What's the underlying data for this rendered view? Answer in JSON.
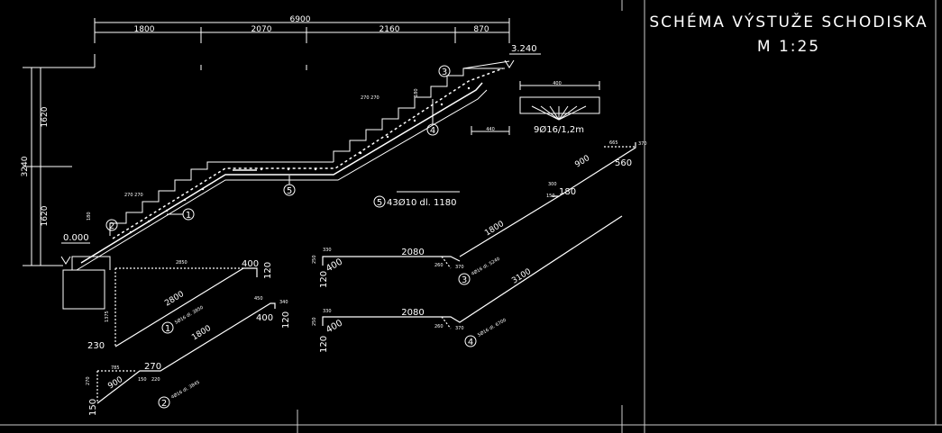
{
  "title": {
    "line1": "SCHÉMA VÝSTUŽE SCHODISKA",
    "line2": "M 1:25"
  },
  "colors": {
    "background": "#000000",
    "line": "#ffffff",
    "border": "#cccccc"
  },
  "top_dims": {
    "total": "6900",
    "seg1": "1800",
    "seg2": "2070",
    "seg3": "2160",
    "seg4": "870"
  },
  "left_dims": {
    "total": "3240",
    "upper": "1620",
    "lower": "1620"
  },
  "levels": {
    "bottom": "0.000",
    "top": "3.240"
  },
  "section": {
    "note": "9Ø16/1,2m",
    "width_label": "400",
    "depth_label": "440"
  },
  "step_labels": {
    "lower": "270 270",
    "upper": "270 270",
    "riser_lower": "180",
    "riser_upper": "180"
  },
  "markers": [
    "1",
    "2",
    "3",
    "4",
    "5"
  ],
  "bar5": {
    "marker": "5",
    "text": "43Ø10 dl. 1180"
  },
  "bar_top": {
    "d1": "665",
    "d2": "370",
    "d3": "900",
    "d4": "560",
    "d5": "180",
    "d6": "150",
    "d7": "1800",
    "small1": "300"
  },
  "bar3": {
    "marker": "3",
    "text": "4Ø16 dl. 5240",
    "d_330": "330",
    "d_2080": "2080",
    "d_400": "400",
    "d_120": "120",
    "d_260": "260",
    "d_370": "370",
    "d_250": "250"
  },
  "bar4": {
    "marker": "4",
    "text": "5Ø16 dl. 6700",
    "d_330": "330",
    "d_2080": "2080",
    "d_400": "400",
    "d_120": "120",
    "d_260": "260",
    "d_370": "370",
    "d_3100": "3100",
    "d_250": "250"
  },
  "bar1": {
    "marker": "1",
    "text": "5Ø16 dl. 3850",
    "d_2800": "2800",
    "d_2850": "2850",
    "d_400": "400",
    "d_120": "120",
    "d_230": "230",
    "d_1375": "1375"
  },
  "bar2": {
    "marker": "2",
    "text": "4Ø16 dl. 3845",
    "d_1800": "1800",
    "d_400": "400",
    "d_120": "120",
    "d_900": "900",
    "d_270": "270",
    "d_150": "150",
    "d_785": "785",
    "d_450": "450",
    "d_340": "340",
    "d_270s": "270",
    "d_150s": "150",
    "d_220": "220"
  }
}
